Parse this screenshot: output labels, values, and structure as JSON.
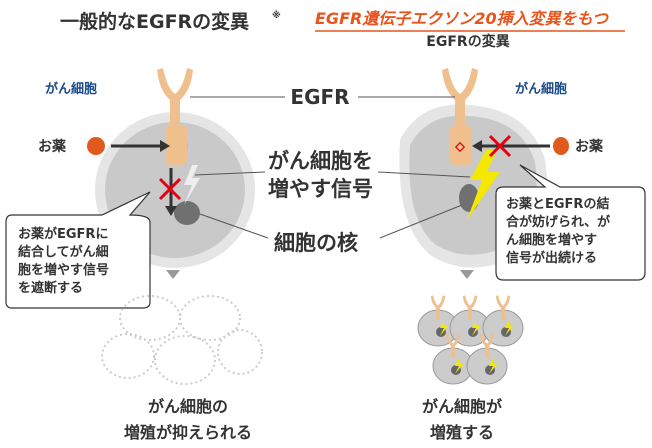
{
  "title_left": "一般的なEGFRの変異",
  "title_left_note": "※",
  "title_right_main": "EGFR遺伝子エクソン20挿入変異をもつ",
  "title_right_sub": "EGFRの変異",
  "cancer_cell_label": "がん細胞",
  "egfr_label": "EGFR",
  "drug_label": "お薬",
  "signal_label": [
    "がん細胞を",
    "増やす信号"
  ],
  "nucleus_label": "細胞の核",
  "left_bubble": [
    "お薬がEGFRに",
    "結合してがん細",
    "胞を増やす信号",
    "を遮断する"
  ],
  "right_bubble": [
    "お薬とEGFRの結",
    "合が妨げられ、が",
    "ん細胞を増やす",
    "信号が出続ける"
  ],
  "result_left": [
    "がん細胞の",
    "増殖が抑えられる"
  ],
  "result_right": [
    "がん細胞が",
    "増殖する"
  ],
  "colors": {
    "accent": "#e8541c",
    "blue": "#1a4a8a",
    "receptor": "#efc08e",
    "signal": "#f5e800",
    "block": "#e60012"
  }
}
